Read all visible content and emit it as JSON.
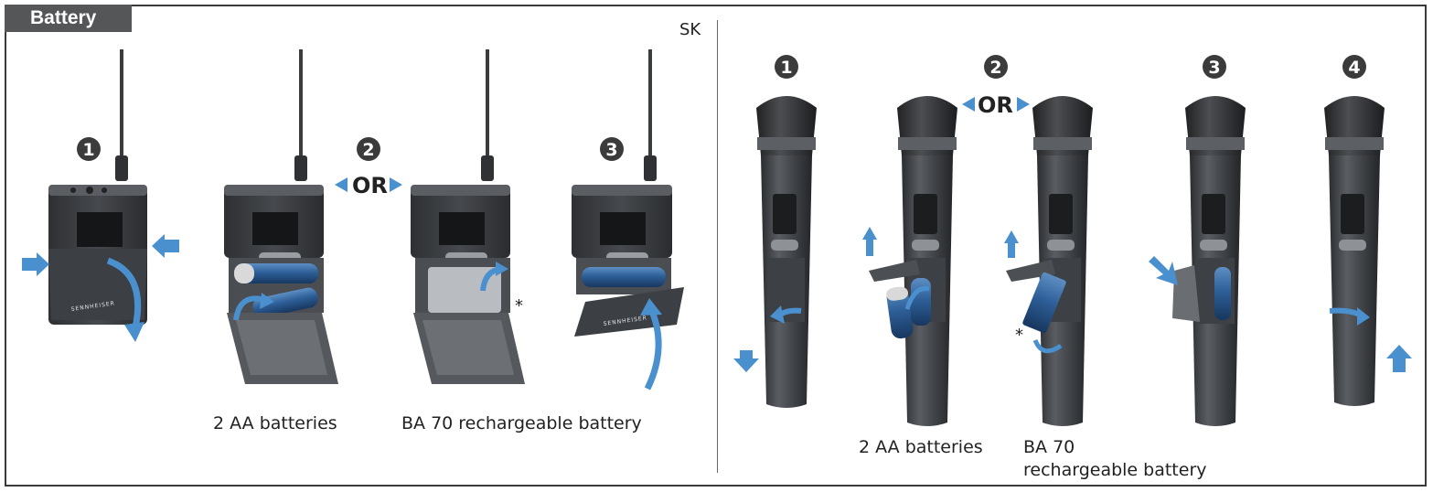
{
  "title": "Battery",
  "section_label": "SK",
  "or_label": "OR",
  "asterisk": "*",
  "brand_text": "SENNHEISER",
  "bodypack_steps": [
    "1",
    "2",
    "3"
  ],
  "handheld_steps": [
    "1",
    "2",
    "3",
    "4"
  ],
  "captions": {
    "sk_aa": "2 AA batteries",
    "sk_ba70": "BA 70 rechargeable battery",
    "skm_aa": "2 AA batteries",
    "skm_ba70_line1": "BA 70",
    "skm_ba70_line2": "rechargeable battery"
  },
  "colors": {
    "arrow_blue": "#4a90cf",
    "device_dark": "#3a3c3f",
    "badge_dark": "#3b3b3b",
    "tab_gray": "#555657"
  }
}
